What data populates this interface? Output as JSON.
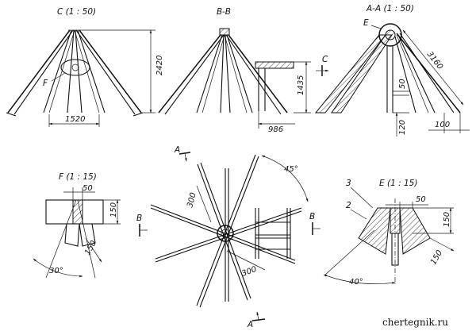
{
  "views": {
    "c": {
      "label": "C (1 : 50)",
      "dim_height": "2420",
      "dim_width": "1520",
      "callout": "F"
    },
    "bb": {
      "label": "B-B",
      "dim_1435": "1435",
      "dim_986": "986",
      "arrow": "C"
    },
    "aa": {
      "label": "A-A (1 : 50)",
      "callout": "E",
      "dim_3160": "3160",
      "dim_50": "50",
      "dim_120": "120",
      "dim_100": "100"
    },
    "f": {
      "label": "F (1 : 15)",
      "dim_50": "50",
      "dim_150": "150",
      "dim_150b": "150",
      "angle": "30°",
      "arrow": "B"
    },
    "plan": {
      "arrow_top": "A",
      "arrow_bottom": "A",
      "angle": "45°",
      "dim_300a": "300",
      "dim_300b": "300",
      "arrow_right": "B"
    },
    "e": {
      "label": "E (1 : 15)",
      "part3": "3",
      "part2": "2",
      "dim_50": "50",
      "dim_150": "150",
      "dim_150b": "150",
      "angle": "40°"
    }
  },
  "watermark": "chertegnik.ru"
}
